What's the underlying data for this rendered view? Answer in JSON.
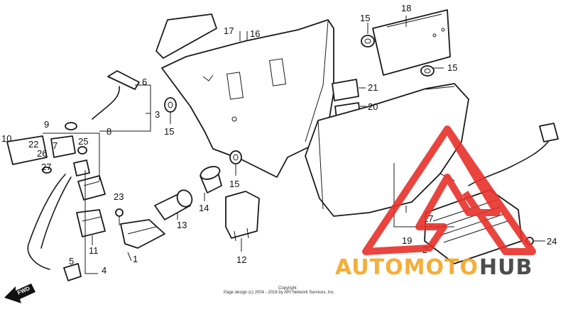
{
  "diagram": {
    "labels": [
      {
        "id": "p1",
        "text": "1"
      },
      {
        "id": "p2",
        "text": "2"
      },
      {
        "id": "p3",
        "text": "3"
      },
      {
        "id": "p4",
        "text": "4"
      },
      {
        "id": "p5",
        "text": "5"
      },
      {
        "id": "p6",
        "text": "6"
      },
      {
        "id": "p7",
        "text": "7"
      },
      {
        "id": "p8",
        "text": "8"
      },
      {
        "id": "p9",
        "text": "9"
      },
      {
        "id": "p10",
        "text": "10"
      },
      {
        "id": "p11",
        "text": "11"
      },
      {
        "id": "p12",
        "text": "12"
      },
      {
        "id": "p13",
        "text": "13"
      },
      {
        "id": "p14",
        "text": "14"
      },
      {
        "id": "p15a",
        "text": "15"
      },
      {
        "id": "p15b",
        "text": "15"
      },
      {
        "id": "p15c",
        "text": "15"
      },
      {
        "id": "p15d",
        "text": "15"
      },
      {
        "id": "p16",
        "text": "16"
      },
      {
        "id": "p17a",
        "text": "17"
      },
      {
        "id": "p17b",
        "text": "17"
      },
      {
        "id": "p18",
        "text": "18"
      },
      {
        "id": "p19",
        "text": "19"
      },
      {
        "id": "p20",
        "text": "20"
      },
      {
        "id": "p21",
        "text": "21"
      },
      {
        "id": "p22",
        "text": "22"
      },
      {
        "id": "p23",
        "text": "23"
      },
      {
        "id": "p24",
        "text": "24"
      },
      {
        "id": "p25",
        "text": "25"
      },
      {
        "id": "p26",
        "text": "26"
      },
      {
        "id": "p27",
        "text": "27"
      }
    ],
    "fwd_label": "FWD",
    "copyright_line1": "Copyright",
    "copyright_line2": "Page design (c) 2004 - 2016 by ARI Network Services, Inc."
  },
  "watermark": {
    "text_red": "AUTOMOTO",
    "text_dark": "HUB",
    "red_color": "#e8302a",
    "orange_color": "#f5a623",
    "dark_color": "#3a3a3a"
  }
}
